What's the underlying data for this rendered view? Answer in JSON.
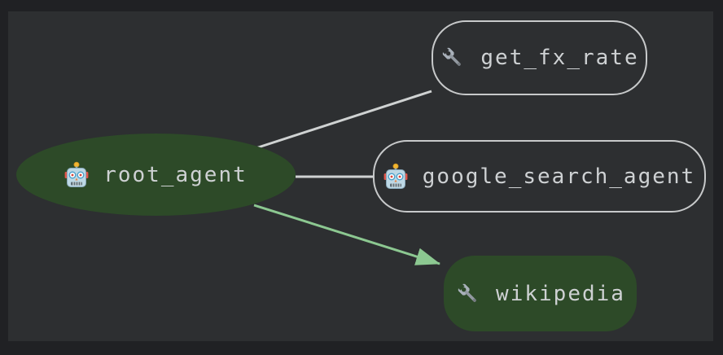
{
  "graph": {
    "nodes": [
      {
        "id": "root_agent",
        "label": "root_agent",
        "type": "agent",
        "shape": "ellipse",
        "icon": "robot-icon",
        "highlighted": true
      },
      {
        "id": "get_fx_rate",
        "label": "get_fx_rate",
        "type": "tool",
        "shape": "rounded-rect",
        "icon": "wrench-icon",
        "highlighted": false
      },
      {
        "id": "google_search_agent",
        "label": "google_search_agent",
        "type": "agent",
        "shape": "rounded-rect",
        "icon": "robot-icon",
        "highlighted": false
      },
      {
        "id": "wikipedia",
        "label": "wikipedia",
        "type": "tool",
        "shape": "rounded-rect",
        "icon": "wrench-icon",
        "highlighted": true
      }
    ],
    "edges": [
      {
        "from": "root_agent",
        "to": "get_fx_rate",
        "style": "plain",
        "color": "#cfd2d2"
      },
      {
        "from": "root_agent",
        "to": "google_search_agent",
        "style": "plain",
        "color": "#cfd2d2"
      },
      {
        "from": "root_agent",
        "to": "wikipedia",
        "style": "arrow",
        "color": "#8cc891"
      }
    ],
    "colors": {
      "frame_bg": "#202124",
      "canvas_bg": "#2d2f31",
      "node_green": "#2d4a28",
      "node_border": "#c7c9ca",
      "edge_gray": "#cfd2d2",
      "edge_green": "#8cc891",
      "text": "#ced1d3"
    }
  }
}
